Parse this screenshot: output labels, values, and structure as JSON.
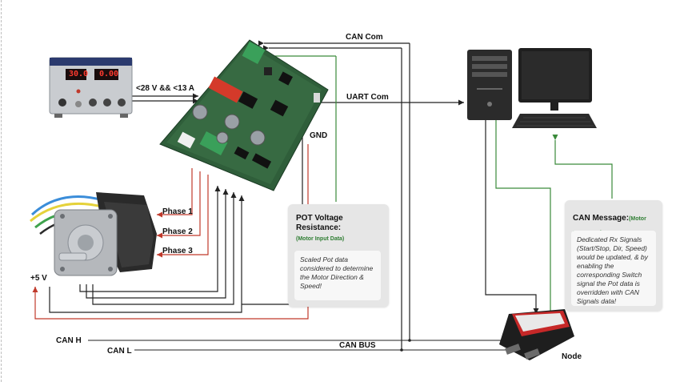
{
  "labels": {
    "can_com": "CAN Com",
    "uart_com": "UART Com",
    "supply_spec": "<28 V && <13 A",
    "gnd": "GND",
    "phase1": "Phase 1",
    "phase2": "Phase 2",
    "phase3": "Phase 3",
    "plus5v": "+5 V",
    "can_h": "CAN H",
    "can_l": "CAN L",
    "can_bus": "CAN BUS",
    "node": "Node"
  },
  "power_supply": {
    "display_left": "30.0",
    "display_right": "0.00"
  },
  "pot_card": {
    "title": "POT Voltage Resistance:",
    "subtitle": "(Motor Input Data)",
    "body": "Scaled Pot data considered to determine the Motor Direction & Speed!"
  },
  "can_card": {
    "title": "CAN Message:",
    "subtitle": "(Motor Input Data)",
    "body": "Dedicated Rx Signals (Start/Stop, Dir, Speed) would be updated, & by enabling the corresponding Switch signal the Pot data is overridden with CAN Signals data!"
  },
  "colors": {
    "wire_black": "#222222",
    "wire_red": "#c0392b",
    "wire_green": "#3a8a3a",
    "pcb": "#2f5e3a",
    "card_bg": "#e6e6e6"
  }
}
